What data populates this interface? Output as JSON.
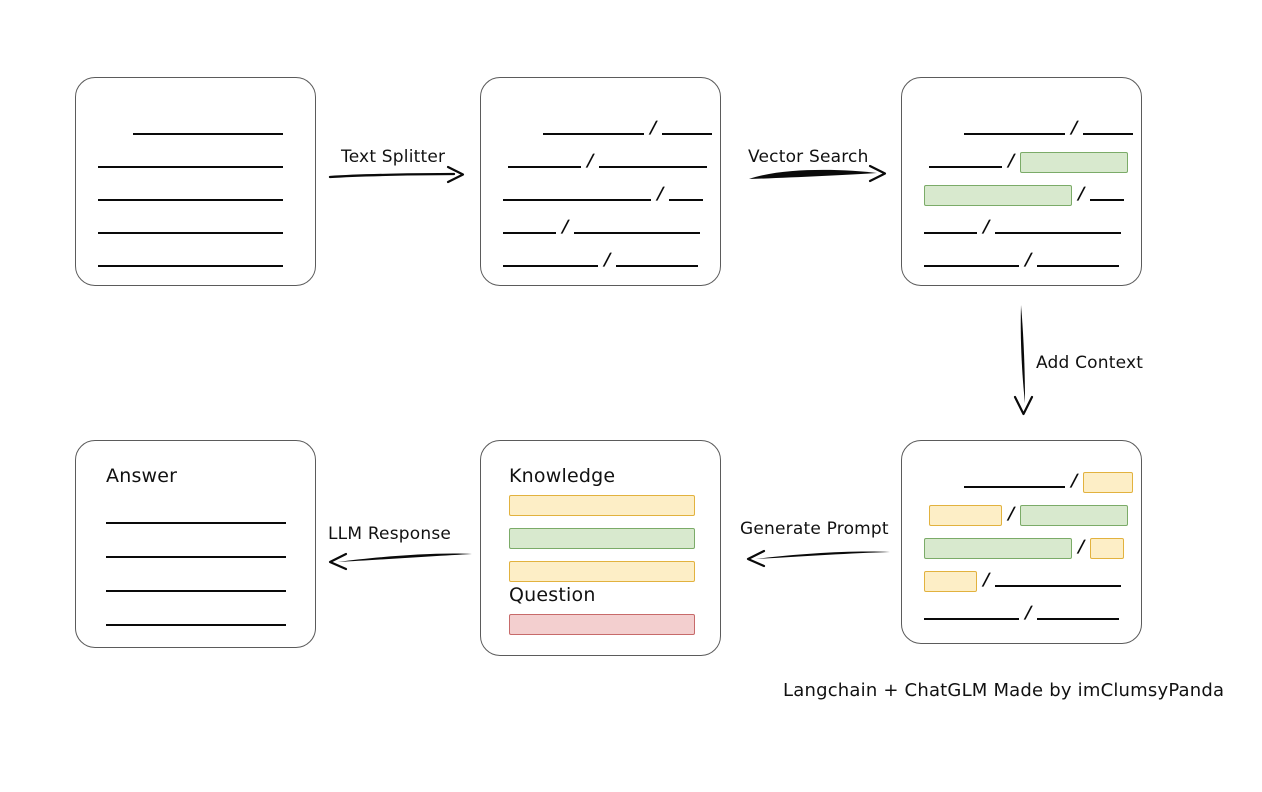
{
  "diagram": {
    "title": "Langchain + ChatGLM retrieval augmented generation flow",
    "caption": "Langchain + ChatGLM Made by imClumsyPanda",
    "colors": {
      "card_border": "#5b5b5b",
      "line": "#0a0a0a",
      "green_fill": "#d8e9ce",
      "green_border": "#7bab68",
      "yellow_fill": "#fdeec6",
      "yellow_border": "#e2b23e",
      "pink_fill": "#f3cfcf",
      "pink_border": "#c76a6a"
    }
  },
  "nodes": {
    "source_document": {
      "name": "source-document",
      "heading": "",
      "rows": [
        {
          "segments": [
            {
              "type": "line",
              "width": 150,
              "indent": 57
            }
          ]
        },
        {
          "segments": [
            {
              "type": "line",
              "width": 185,
              "indent": 22
            }
          ]
        },
        {
          "segments": [
            {
              "type": "line",
              "width": 185,
              "indent": 22
            }
          ]
        },
        {
          "segments": [
            {
              "type": "line",
              "width": 185,
              "indent": 22
            }
          ]
        },
        {
          "segments": [
            {
              "type": "line",
              "width": 185,
              "indent": 22
            }
          ]
        }
      ]
    },
    "split_chunks": {
      "name": "split-chunks",
      "heading": "",
      "rows": [
        {
          "segments": [
            {
              "type": "line",
              "width": 101,
              "indent": 62
            },
            {
              "type": "slash",
              "text": "/"
            },
            {
              "type": "line",
              "width": 50
            }
          ]
        },
        {
          "segments": [
            {
              "type": "line",
              "width": 73,
              "indent": 27
            },
            {
              "type": "slash",
              "text": "/"
            },
            {
              "type": "line",
              "width": 108
            }
          ]
        },
        {
          "segments": [
            {
              "type": "line",
              "width": 148,
              "indent": 22
            },
            {
              "type": "slash",
              "text": "/"
            },
            {
              "type": "line",
              "width": 34
            }
          ]
        },
        {
          "segments": [
            {
              "type": "line",
              "width": 53,
              "indent": 22
            },
            {
              "type": "slash",
              "text": "/"
            },
            {
              "type": "line",
              "width": 126
            }
          ]
        },
        {
          "segments": [
            {
              "type": "line",
              "width": 95,
              "indent": 22
            },
            {
              "type": "slash",
              "text": "/"
            },
            {
              "type": "line",
              "width": 82
            }
          ]
        }
      ]
    },
    "vector_hits": {
      "name": "vector-search-results",
      "heading": "",
      "rows": [
        {
          "segments": [
            {
              "type": "line",
              "width": 101,
              "indent": 62
            },
            {
              "type": "slash",
              "text": "/"
            },
            {
              "type": "line",
              "width": 50
            }
          ]
        },
        {
          "segments": [
            {
              "type": "line",
              "width": 73,
              "indent": 27
            },
            {
              "type": "slash",
              "text": "/"
            },
            {
              "type": "chip",
              "color": "green",
              "width": 108
            }
          ]
        },
        {
          "segments": [
            {
              "type": "chip",
              "color": "green",
              "width": 148,
              "indent": 22
            },
            {
              "type": "slash",
              "text": "/"
            },
            {
              "type": "line",
              "width": 34
            }
          ]
        },
        {
          "segments": [
            {
              "type": "line",
              "width": 53,
              "indent": 22
            },
            {
              "type": "slash",
              "text": "/"
            },
            {
              "type": "line",
              "width": 126
            }
          ]
        },
        {
          "segments": [
            {
              "type": "line",
              "width": 95,
              "indent": 22
            },
            {
              "type": "slash",
              "text": "/"
            },
            {
              "type": "line",
              "width": 82
            }
          ]
        }
      ]
    },
    "context_chunks": {
      "name": "context-chunks",
      "heading": "",
      "rows": [
        {
          "segments": [
            {
              "type": "line",
              "width": 101,
              "indent": 62
            },
            {
              "type": "slash",
              "text": "/"
            },
            {
              "type": "chip",
              "color": "yellow",
              "width": 50
            }
          ]
        },
        {
          "segments": [
            {
              "type": "chip",
              "color": "yellow",
              "width": 73,
              "indent": 27
            },
            {
              "type": "slash",
              "text": "/"
            },
            {
              "type": "chip",
              "color": "green",
              "width": 108
            }
          ]
        },
        {
          "segments": [
            {
              "type": "chip",
              "color": "green",
              "width": 148,
              "indent": 22
            },
            {
              "type": "slash",
              "text": "/"
            },
            {
              "type": "chip",
              "color": "yellow",
              "width": 34
            }
          ]
        },
        {
          "segments": [
            {
              "type": "chip",
              "color": "yellow",
              "width": 53,
              "indent": 22
            },
            {
              "type": "slash",
              "text": "/"
            },
            {
              "type": "line",
              "width": 126
            }
          ]
        },
        {
          "segments": [
            {
              "type": "line",
              "width": 95,
              "indent": 22
            },
            {
              "type": "slash",
              "text": "/"
            },
            {
              "type": "line",
              "width": 82
            }
          ]
        }
      ]
    },
    "prompt": {
      "name": "prompt",
      "headings": {
        "knowledge": "Knowledge",
        "question": "Question"
      },
      "knowledge_bars": [
        {
          "color": "yellow",
          "width": 186
        },
        {
          "color": "green",
          "width": 186
        },
        {
          "color": "yellow",
          "width": 186
        }
      ],
      "question_bars": [
        {
          "color": "pink",
          "width": 186
        }
      ]
    },
    "answer": {
      "name": "answer",
      "heading": "Answer",
      "rows": [
        {
          "segments": [
            {
              "type": "line",
              "width": 180,
              "indent": 30
            }
          ]
        },
        {
          "segments": [
            {
              "type": "line",
              "width": 180,
              "indent": 30
            }
          ]
        },
        {
          "segments": [
            {
              "type": "line",
              "width": 180,
              "indent": 30
            }
          ]
        },
        {
          "segments": [
            {
              "type": "line",
              "width": 180,
              "indent": 30
            }
          ]
        }
      ]
    }
  },
  "edges": [
    {
      "id": "text-splitter",
      "label": "Text Splitter",
      "from": "source-document",
      "to": "split-chunks",
      "direction": "right"
    },
    {
      "id": "vector-search",
      "label": "Vector Search",
      "from": "split-chunks",
      "to": "vector-search-results",
      "direction": "right"
    },
    {
      "id": "add-context",
      "label": "Add Context",
      "from": "vector-search-results",
      "to": "context-chunks",
      "direction": "down"
    },
    {
      "id": "generate-prompt",
      "label": "Generate Prompt",
      "from": "context-chunks",
      "to": "prompt",
      "direction": "left"
    },
    {
      "id": "llm-response",
      "label": "LLM Response",
      "from": "prompt",
      "to": "answer",
      "direction": "left"
    }
  ]
}
